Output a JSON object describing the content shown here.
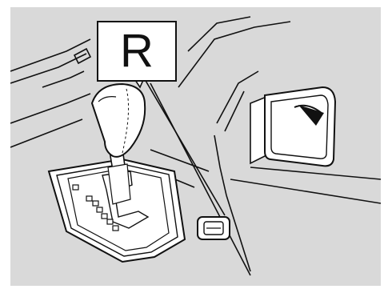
{
  "illustration": {
    "gear_indicator": "R",
    "background_color": "#d9d9d9",
    "line_color": "#111111",
    "parts": [
      "gear-shift-lever",
      "shift-gate-panel",
      "side-mirror",
      "mirror-adjust-switch"
    ]
  }
}
